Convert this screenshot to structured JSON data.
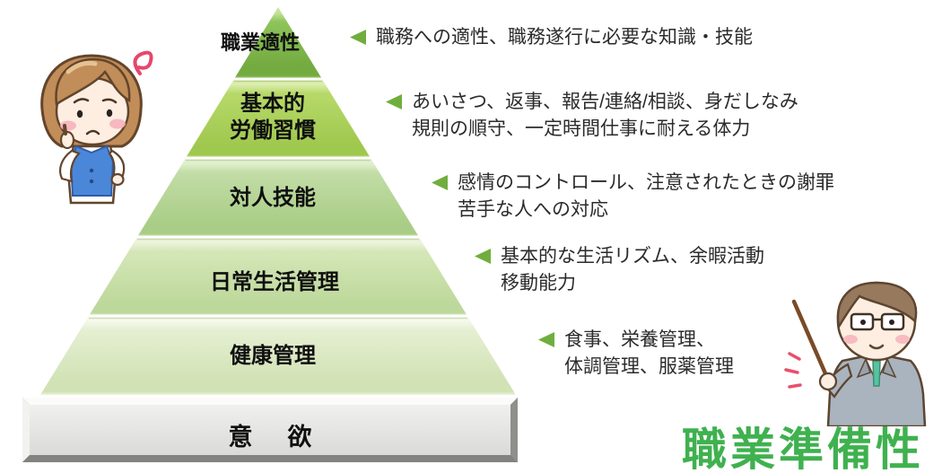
{
  "pyramid": {
    "levels": [
      {
        "label": "職業適性",
        "color": "#8ec45a",
        "annotation": {
          "lines": [
            "職務への適性、職務遂行に必要な知識・技能"
          ]
        }
      },
      {
        "label_lines": [
          "基本的",
          "労働習慣"
        ],
        "color": "#b7d969",
        "annotation": {
          "lines": [
            "あいさつ、返事、報告/連絡/相談、身だしなみ",
            "規則の順守、一定時間仕事に耐える体力"
          ]
        }
      },
      {
        "label": "対人技能",
        "color": "#c2dda7",
        "annotation": {
          "lines": [
            "感情のコントロール、注意されたときの謝罪",
            "苦手な人への対応"
          ]
        }
      },
      {
        "label": "日常生活管理",
        "color": "#d5e7b8",
        "annotation": {
          "lines": [
            "基本的な生活リズム、余暇活動",
            "移動能力"
          ]
        }
      },
      {
        "label": "健康管理",
        "color": "#e5efd2",
        "annotation": {
          "lines": [
            "食事、栄養管理、",
            "体調管理、服薬管理"
          ]
        }
      }
    ],
    "base_bar": {
      "label": "意　欲",
      "color": "#e4e4e2"
    }
  },
  "footer_title": {
    "text": "職業準備性",
    "color": "#3fb14f"
  },
  "colors": {
    "annotation_arrow_green": "#6fae3e",
    "title_green": "#3fb14f",
    "annotation_text": "#2b2b2b"
  },
  "characters": {
    "woman": "thinking-woman",
    "man": "teacher-with-pointer"
  }
}
